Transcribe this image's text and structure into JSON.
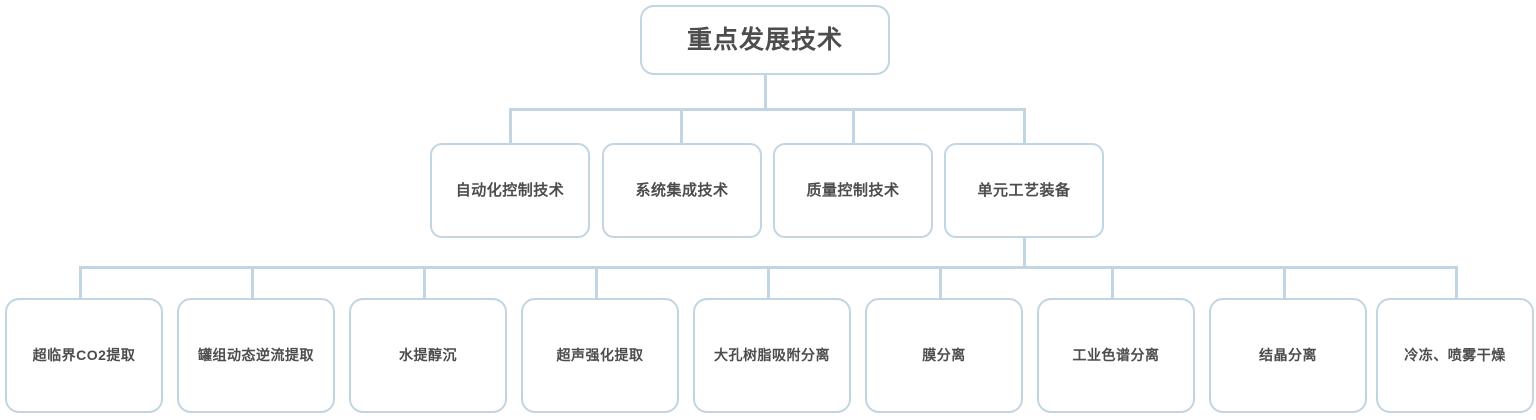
{
  "diagram": {
    "title": "重点发展技术",
    "type": "organization-tree",
    "accent_color": "#c2d5e2",
    "text_color": "#4d4d4d",
    "background_color": "#ffffff",
    "root": {
      "id": "root",
      "label": "重点发展技术"
    },
    "level2": [
      {
        "id": "l2-0",
        "label": "自动化控制技术"
      },
      {
        "id": "l2-1",
        "label": "系统集成技术"
      },
      {
        "id": "l2-2",
        "label": "质量控制技术"
      },
      {
        "id": "l2-3",
        "label": "单元工艺装备"
      }
    ],
    "level3": [
      {
        "id": "l3-0",
        "label": "超临界CO2提取"
      },
      {
        "id": "l3-1",
        "label": "罐组动态逆流提取"
      },
      {
        "id": "l3-2",
        "label": "水提醇沉"
      },
      {
        "id": "l3-3",
        "label": "超声强化提取"
      },
      {
        "id": "l3-4",
        "label": "大孔树脂吸附分离"
      },
      {
        "id": "l3-5",
        "label": "膜分离"
      },
      {
        "id": "l3-6",
        "label": "工业色谱分离"
      },
      {
        "id": "l3-7",
        "label": "结晶分离"
      },
      {
        "id": "l3-8",
        "label": "冷冻、喷雾干燥"
      }
    ]
  }
}
